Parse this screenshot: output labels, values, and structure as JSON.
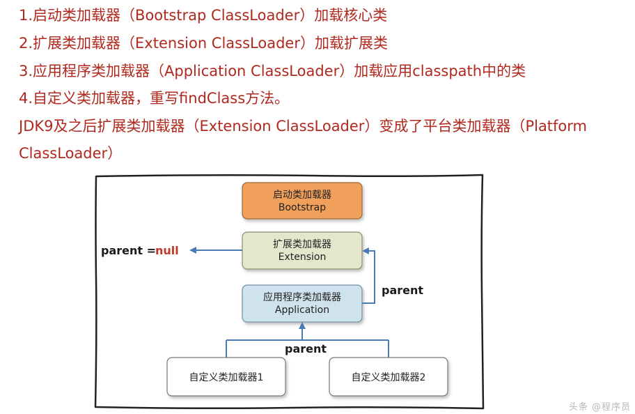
{
  "notes": [
    "1.启动类加载器（Bootstrap ClassLoader）加载核心类",
    "2.扩展类加载器（Extension ClassLoader）加载扩展类",
    "3.应用程序类加载器（Application ClassLoader）加载应用classpath中的类",
    "4.自定义类加载器，重写findClass方法。",
    "JDK9及之后扩展类加载器（Extension ClassLoader）变成了平台类加载器（Platform",
    "ClassLoader）"
  ],
  "diagram": {
    "bootstrap": {
      "title": "启动类加载器",
      "subtitle": "Bootstrap",
      "color": "#f0a05a"
    },
    "extension": {
      "title": "扩展类加载器",
      "subtitle": "Extension",
      "color": "#e3e8cc"
    },
    "application": {
      "title": "应用程序类加载器",
      "subtitle": "Application",
      "color": "#cfe3ee"
    },
    "custom1": {
      "title": "自定义类加载器1"
    },
    "custom2": {
      "title": "自定义类加载器2"
    },
    "parent_label": "parent",
    "parent_null": {
      "prefix": "parent = ",
      "value": "null"
    },
    "arrow_color": "#4a7ab5"
  },
  "watermark": "头条 @程序员"
}
